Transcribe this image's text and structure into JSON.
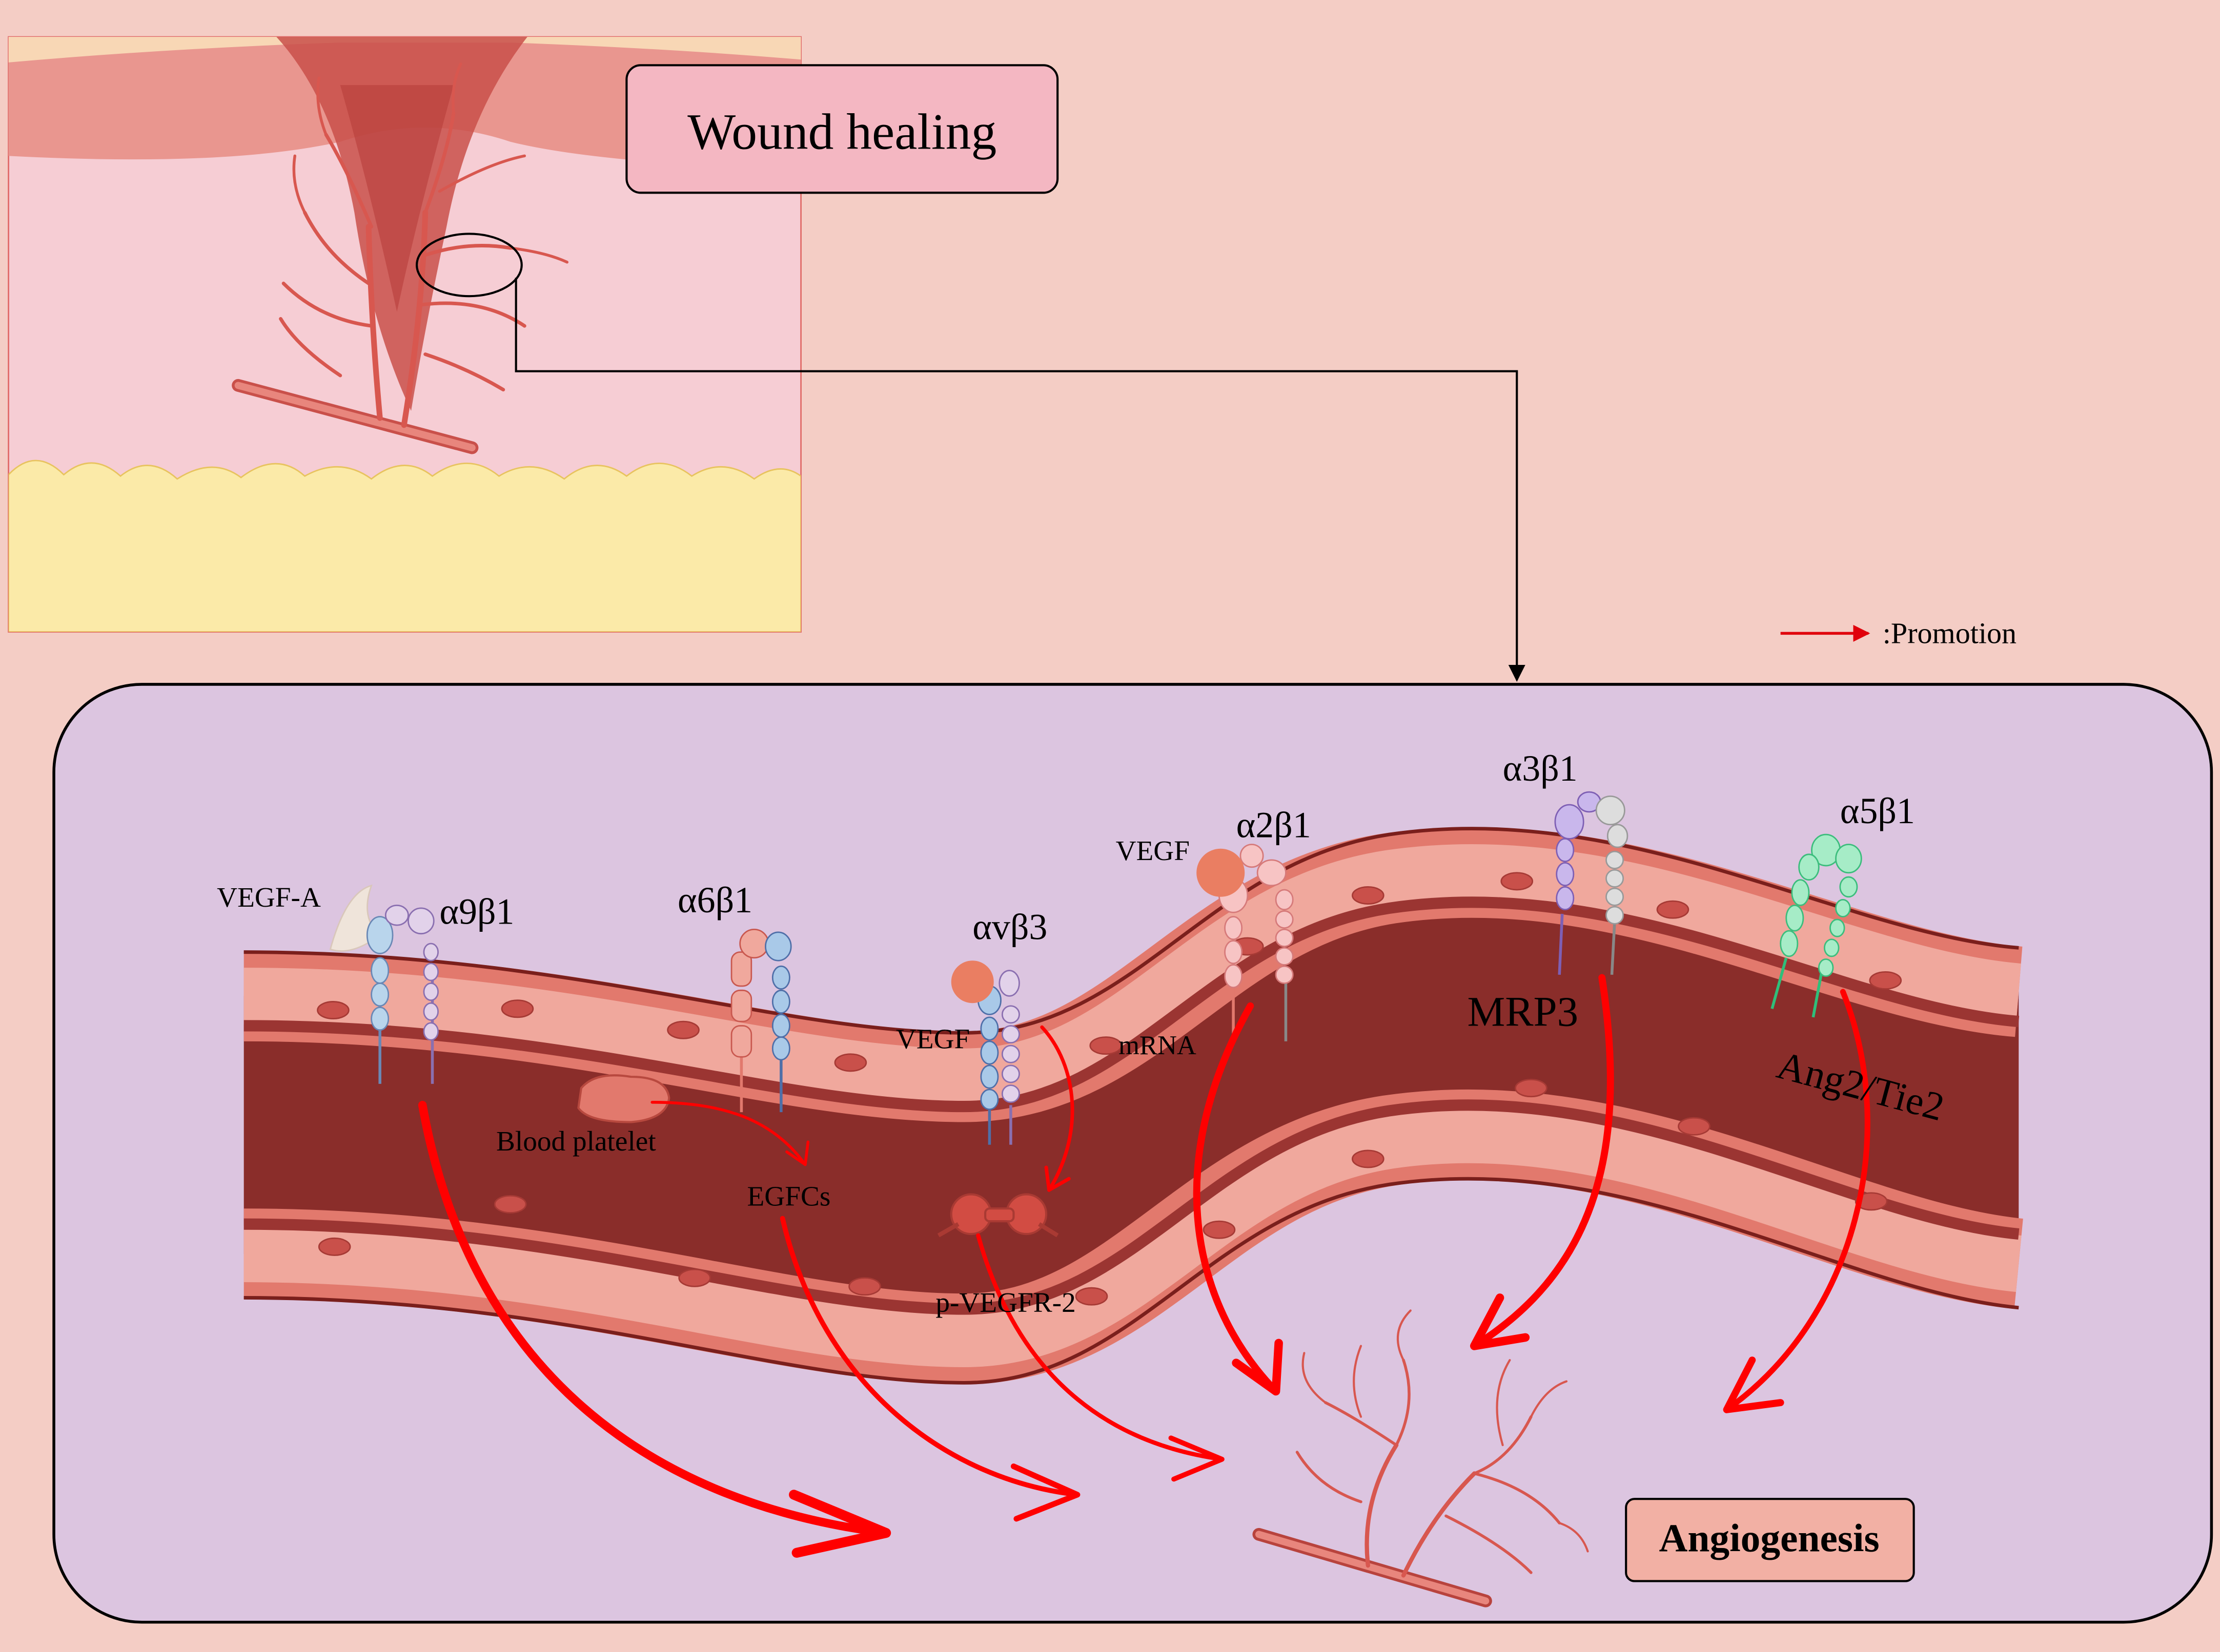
{
  "wound_panel": {
    "title": "Wound healing"
  },
  "legend": {
    "promotion_label": ":Promotion"
  },
  "integrins": {
    "a9b1": "α9β1",
    "a6b1": "α6β1",
    "avb3": "αvβ3",
    "a2b1": "α2β1",
    "a3b1": "α3β1",
    "a5b1": "α5β1"
  },
  "labels": {
    "vegf_a": "VEGF-A",
    "vegf_avb3": "VEGF",
    "vegf_a2b1": "VEGF",
    "mrna": "mRNA",
    "mrp3": "MRP3",
    "ang2_tie2": "Ang2/Tie2",
    "blood_platelet": "Blood platelet",
    "egfcs": "EGFCs",
    "p_vegfr2": "p-VEGFR-2",
    "angiogenesis": "Angiogenesis"
  },
  "colors": {
    "background": "#f4cdc5",
    "panel_purple": "#dcc5e0",
    "promotion_arrow": "#ff0000",
    "vessel_lumen": "#8a2d2a",
    "title_box": "#f4b7c2",
    "angiogenesis_box": "#f2b0a4"
  }
}
